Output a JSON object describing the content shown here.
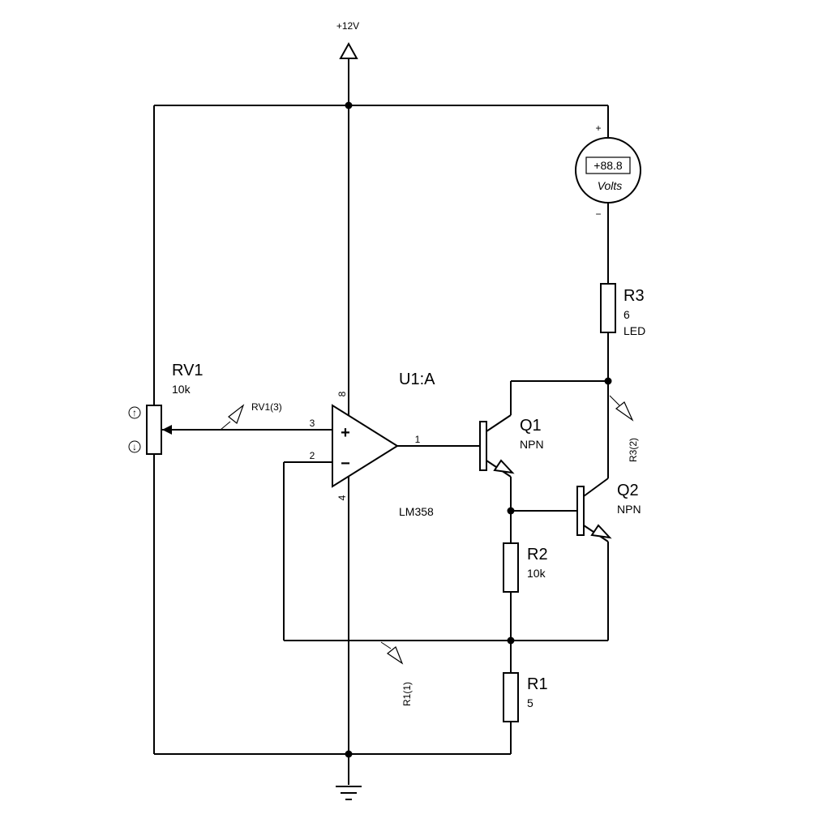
{
  "supply": {
    "label": "+12V"
  },
  "rv1": {
    "ref": "RV1",
    "value": "10k"
  },
  "opamp": {
    "ref": "U1:A",
    "part": "LM358",
    "pin_plus": "3",
    "pin_minus": "2",
    "pin_out": "1",
    "pin_vcc": "8",
    "pin_gnd": "4"
  },
  "q1": {
    "ref": "Q1",
    "type": "NPN"
  },
  "q2": {
    "ref": "Q2",
    "type": "NPN"
  },
  "r1": {
    "ref": "R1",
    "value": "5"
  },
  "r2": {
    "ref": "R2",
    "value": "10k"
  },
  "r3": {
    "ref": "R3",
    "value": "6",
    "note": "LED"
  },
  "voltmeter": {
    "reading": "+88.8",
    "unit": "Volts",
    "plus": "+",
    "minus": "−"
  },
  "probes": {
    "rv1_probe": "RV1(3)",
    "r3_probe": "R3(2)",
    "r1_probe": "R1(1)"
  }
}
